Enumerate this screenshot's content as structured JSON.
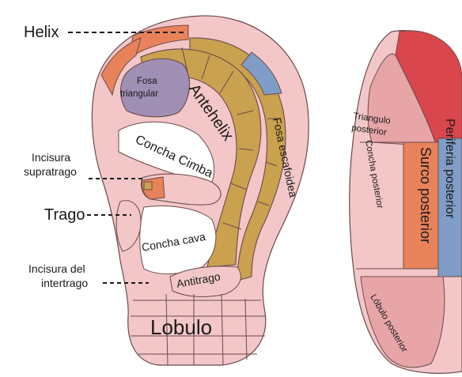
{
  "front": {
    "helix": "Helix",
    "fosa_triangular_1": "Fosa",
    "fosa_triangular_2": "triangular",
    "antehelix": "Antehelix",
    "concha_cimba": "Concha Cimba",
    "fosa_escafoidea": "Fosa escafoidea",
    "incisura_supratrago_1": "Incisura",
    "incisura_supratrago_2": "supratrago",
    "trago": "Trago",
    "concha_cava": "Concha cava",
    "antitrago": "Antitrago",
    "incisura_intertrago_1": "Incisura del",
    "incisura_intertrago_2": "intertrago",
    "lobulo": "Lobulo"
  },
  "back": {
    "triangulo_posterior_1": "Triangulo",
    "triangulo_posterior_2": "posterior",
    "concha_posterior": "Concha posterior",
    "surco_posterior": "Surco posterior",
    "periferia_posterior": "Periferia posterior",
    "lobulo_posterior": "Lóbulo posterior"
  },
  "colors": {
    "skin": "#f3c7c8",
    "skin_dark": "#e8a5a8",
    "gold": "#c9a14f",
    "orange": "#e8825a",
    "red": "#d9474c",
    "blue": "#7f9dc6",
    "purple": "#9f8fb4",
    "line": "#6b4a4a"
  }
}
